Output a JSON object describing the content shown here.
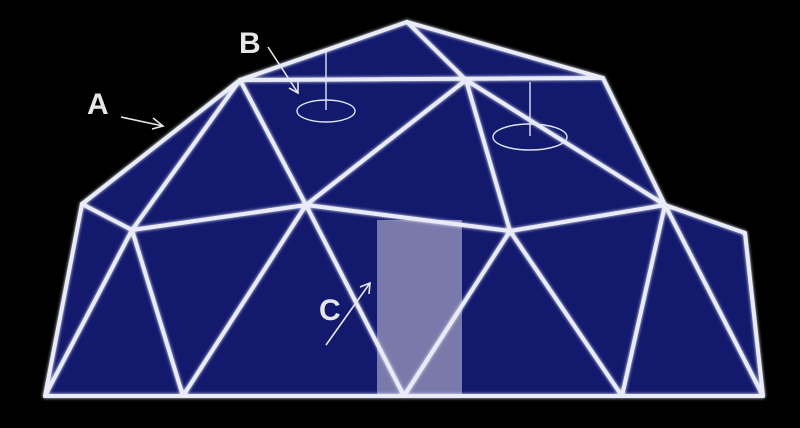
{
  "labels": {
    "a": "A",
    "b": "B",
    "c": "C"
  },
  "colors": {
    "background": "#000000",
    "dome_fill": "#131a6e",
    "strut": "#e9ecf8",
    "door_panel": "#7a79ab",
    "annotation": "#e6e6e6"
  }
}
